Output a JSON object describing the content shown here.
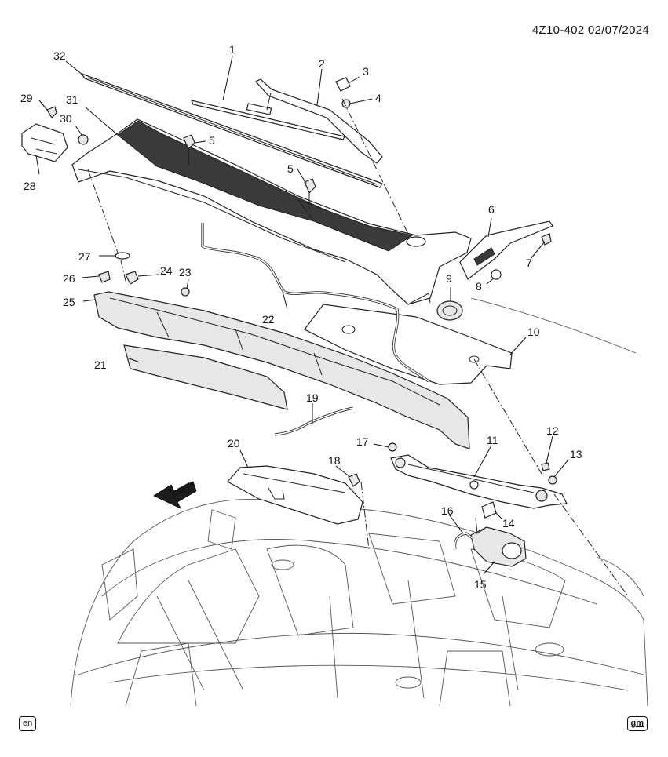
{
  "header": {
    "doc_code": "4Z10-402  02/07/2024"
  },
  "footer": {
    "language_badge": "en",
    "brand_badge": "gm"
  },
  "direction_arrow": {
    "label": "FRT"
  },
  "callouts": {
    "c1": "1",
    "c2": "2",
    "c3": "3",
    "c4": "4",
    "c5a": "5",
    "c5b": "5",
    "c6": "6",
    "c7": "7",
    "c8": "8",
    "c9": "9",
    "c10": "10",
    "c11": "11",
    "c12": "12",
    "c13": "13",
    "c14": "14",
    "c15": "15",
    "c16": "16",
    "c17": "17",
    "c18": "18",
    "c19": "19",
    "c20": "20",
    "c21": "21",
    "c22": "22",
    "c23": "23",
    "c24": "24",
    "c25": "25",
    "c26": "26",
    "c27": "27",
    "c28": "28",
    "c29": "29",
    "c30": "30",
    "c31": "31",
    "c32": "32"
  }
}
